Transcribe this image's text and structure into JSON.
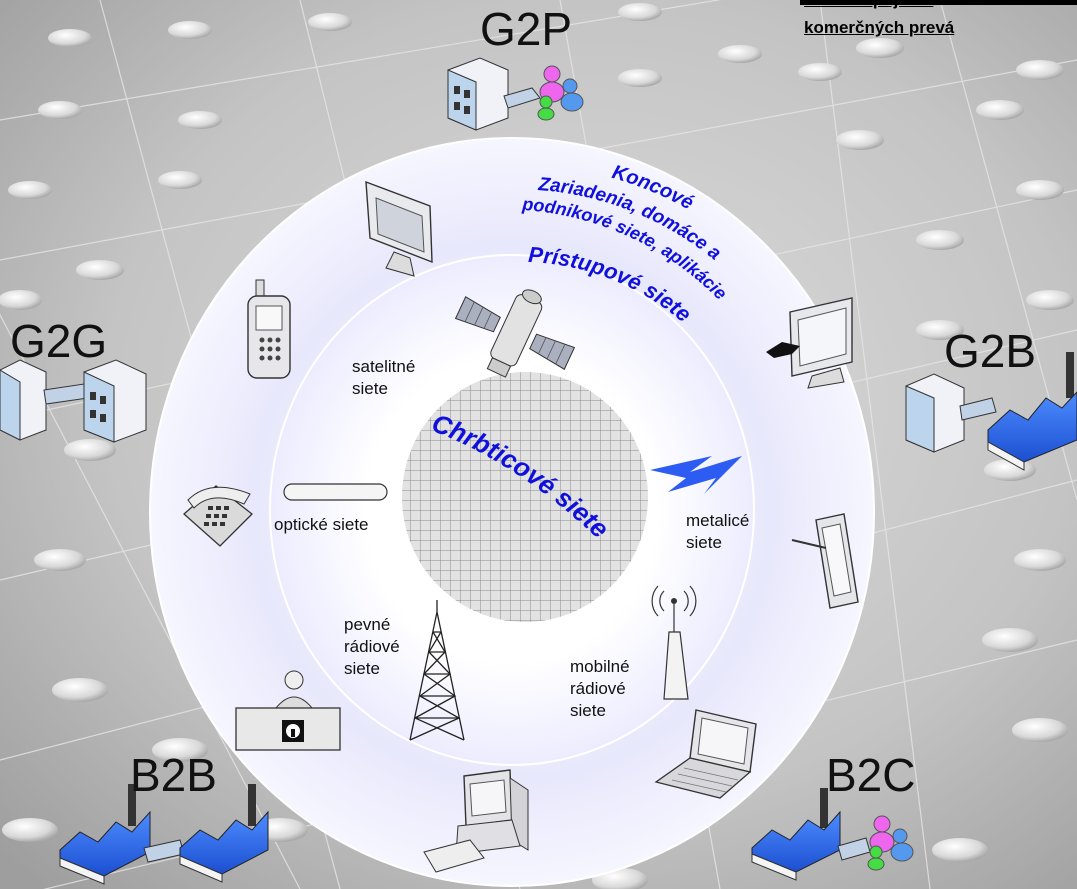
{
  "title": {
    "line1": "Prehľad pojmov",
    "line2": "komerčných prevá"
  },
  "corner_labels": {
    "g2p": "G2P",
    "g2g": "G2G",
    "g2b": "G2B",
    "b2b": "B2B",
    "b2c": "B2C"
  },
  "rings": {
    "outer_title": "Koncové",
    "outer_subtitle_1": "Zariadenia, domáce a",
    "outer_subtitle_2": "podnikové siete, aplikácie",
    "middle_title": "Prístupové siete",
    "core_title": "Chrbticové siete"
  },
  "access_networks": {
    "satellite": [
      "satelitné",
      "siete"
    ],
    "optical": [
      "optické siete"
    ],
    "fixed_radio": [
      "pevné",
      "rádiové",
      "siete"
    ],
    "mobile_radio": [
      "mobilné",
      "rádiové",
      "siete"
    ],
    "metallic": [
      "metalicé",
      "siete"
    ]
  },
  "colors": {
    "outer_ring": "#e6e6fb",
    "middle_ring": "#f8f8ff",
    "ring_text": "#1010dd",
    "building": "#bcd4ec",
    "factory_roof": "#2a6df0",
    "background": "#bdbdbd"
  },
  "icons": [
    "monitor-icon",
    "touch-monitor-icon",
    "mobile-phone-icon",
    "desk-phone-icon",
    "tablet-icon",
    "info-desk-icon",
    "laptop-icon",
    "desktop-pc-icon",
    "satellite-icon",
    "radio-tower-icon",
    "mobile-antenna-icon",
    "optical-cable-icon",
    "lightning-icon",
    "building-icon",
    "factory-icon",
    "people-group-icon"
  ]
}
